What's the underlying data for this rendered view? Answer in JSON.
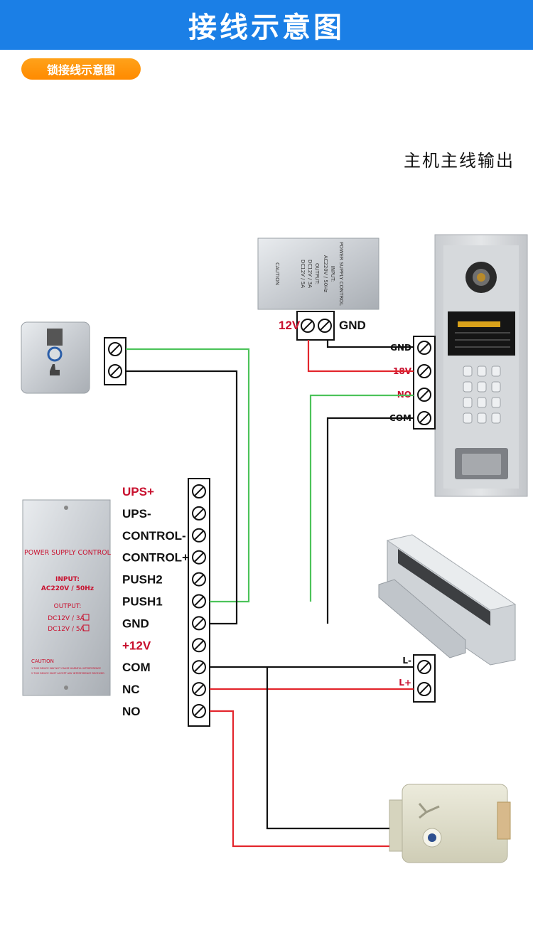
{
  "header": {
    "title": "接线示意图"
  },
  "section": {
    "label": "锁接线示意图"
  },
  "host": {
    "label": "主机主线输出"
  },
  "psu_small": {
    "lines": [
      "POWER SUPPLY CONTROL",
      "INPUT:",
      "AC220V / 50Hz",
      "OUTPUT:",
      "DC12V / 3A",
      "DC12V / 5A",
      "CAUTION"
    ]
  },
  "psu_small_terminal": {
    "left": "12V",
    "right": "GND"
  },
  "psu_big": {
    "title": "POWER SUPPLY CONTROL",
    "input_label": "INPUT:",
    "input_value": "AC220V / 50Hz",
    "output_label": "OUTPUT:",
    "output_1": "DC12V / 3A",
    "output_2": "DC12V / 5A",
    "caution_title": "CAUTION",
    "caution_1": "1.THIS DEVICE MAY NOT CAUSE HARMFUL INTERFERENCE",
    "caution_2": "2.THIS DEVICE MUST ACCEPT ANY INTERFERENCE RECEIVED"
  },
  "psu_terminals": [
    {
      "label": "UPS+",
      "color": "#c8102e"
    },
    {
      "label": "UPS-",
      "color": "#111111"
    },
    {
      "label": "CONTROL-",
      "color": "#111111"
    },
    {
      "label": "CONTROL+",
      "color": "#111111"
    },
    {
      "label": "PUSH2",
      "color": "#111111"
    },
    {
      "label": "PUSH1",
      "color": "#111111"
    },
    {
      "label": "GND",
      "color": "#111111"
    },
    {
      "label": "+12V",
      "color": "#c8102e"
    },
    {
      "label": "COM",
      "color": "#111111"
    },
    {
      "label": "NC",
      "color": "#111111"
    },
    {
      "label": "NO",
      "color": "#111111"
    }
  ],
  "host_terminals": [
    {
      "label": "GND",
      "color": "#111111"
    },
    {
      "label": "18V",
      "color": "#c8102e"
    },
    {
      "label": "NO",
      "color": "#c8102e"
    },
    {
      "label": "COM",
      "color": "#111111"
    }
  ],
  "maglock_terminals": [
    {
      "label": "L-",
      "color": "#111111"
    },
    {
      "label": "L+",
      "color": "#c8102e"
    }
  ],
  "colors": {
    "header": "#1b7fe6",
    "pill": "#ff9500",
    "wire_green": "#4cc35a",
    "wire_red": "#e3262d",
    "wire_black": "#111111"
  }
}
